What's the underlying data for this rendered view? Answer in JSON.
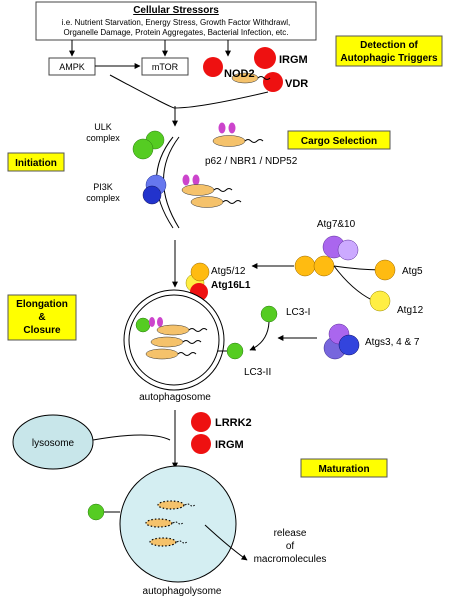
{
  "stressors": {
    "title": "Cellular Stressors",
    "line1": "i.e. Nutrient Starvation, Energy Stress, Growth Factor Withdrawl,",
    "line2": "Organelle Damage, Protein Aggregates, Bacterial Infection, etc."
  },
  "signaling": {
    "ampk": "AMPK",
    "mtor": "mTOR"
  },
  "triggers": {
    "nod2": "NOD2",
    "irgm": "IRGM",
    "vdr": "VDR"
  },
  "stages": {
    "detection_line1": "Detection of",
    "detection_line2": "Autophagic Triggers",
    "cargo_selection": "Cargo Selection",
    "initiation": "Initiation",
    "elongation_line1": "Elongation",
    "elongation_line2": "&",
    "elongation_line3": "Closure",
    "maturation": "Maturation"
  },
  "initiation": {
    "ulk_line1": "ULK",
    "ulk_line2": "complex",
    "pi3k_line1": "PI3K",
    "pi3k_line2": "complex"
  },
  "cargo": {
    "receptors": "p62 / NBR1 / NDP52"
  },
  "conjugation": {
    "atg7_10": "Atg7&10",
    "atg5": "Atg5",
    "atg12": "Atg12",
    "atg5_12": "Atg5/12",
    "atg16l1": "Atg16L1",
    "lc3_i": "LC3-I",
    "lc3_ii": "LC3-II",
    "atgs": "Atgs3, 4 & 7"
  },
  "vesicles": {
    "autophagosome": "autophagosome",
    "lysosome": "lysosome",
    "autophagolysome": "autophagolysome"
  },
  "maturation_factors": {
    "lrrk2": "LRRK2",
    "irgm": "IRGM"
  },
  "release": {
    "line1": "release",
    "line2": "of",
    "line3": "macromolecules"
  },
  "colors": {
    "stage_box": "#ffff00",
    "red": "#ee1111",
    "green": "#55cc22",
    "blue": "#3344dd",
    "purple": "#aa66ee",
    "orange": "#ffbb11",
    "yellow": "#ffee44",
    "tan": "#f5c26b",
    "pink": "#cc44cc",
    "lysosome_fill": "#c8e6ea",
    "autophagolysome_fill": "#d4eef2"
  }
}
